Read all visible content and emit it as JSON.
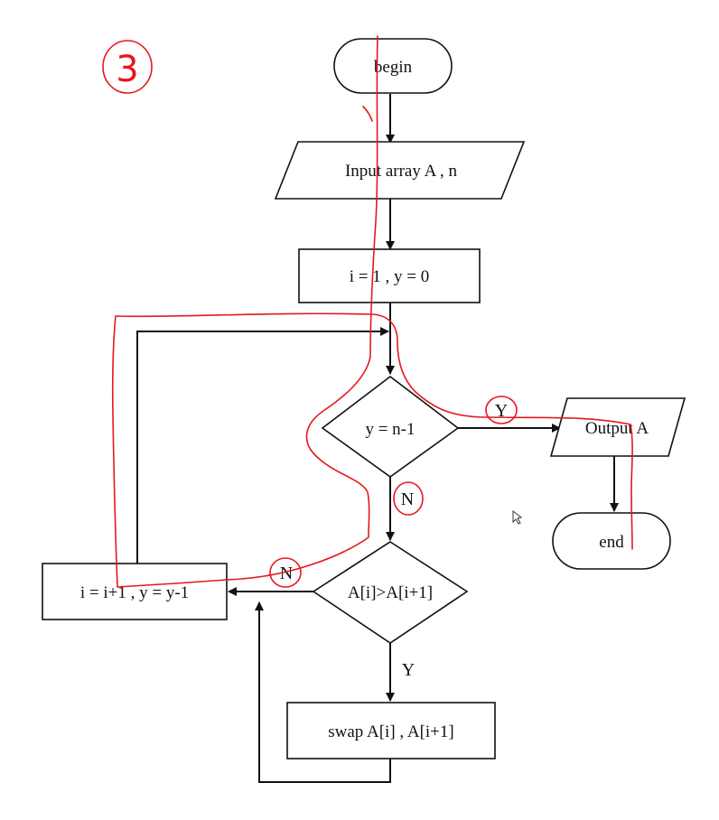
{
  "diagram": {
    "nodes": {
      "begin": "begin",
      "input": "Input array A , n",
      "init": "i = 1 , y = 0",
      "cond_outer": "y = n-1",
      "output": "Output A",
      "end": "end",
      "cond_inner": "A[i]>A[i+1]",
      "swap": "swap A[i] , A[i+1]",
      "increment": "i = i+1 , y = y-1"
    },
    "edge_labels": {
      "outer_yes": "Y",
      "outer_no": "N",
      "inner_yes": "Y",
      "inner_no": "N"
    }
  },
  "annotations": {
    "step_number": "3",
    "ink_color": "#e8161d"
  }
}
